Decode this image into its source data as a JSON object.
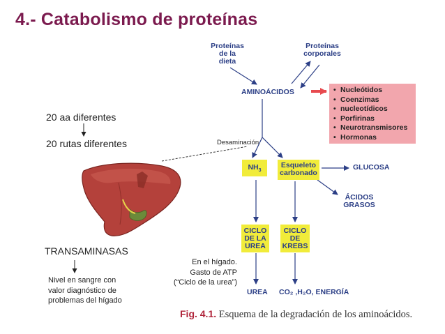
{
  "title": "4.- Catabolismo de proteínas",
  "left_panel": {
    "aa_count": "20 aa diferentes",
    "routes": "20 rutas diferentes",
    "transaminasas": "TRANSAMINASAS",
    "nivel_note": [
      "Nivel en sangre con",
      "valor diagnóstico de",
      "problemas del hígado"
    ]
  },
  "diagram": {
    "proteinas_dieta": [
      "Proteínas",
      "de la",
      "dieta"
    ],
    "proteinas_corporales": [
      "Proteínas",
      "corporales"
    ],
    "aminoacidos": "AMINOÁCIDOS",
    "products": [
      "Nucleótidos",
      "Coenzimas",
      "nucleotídicos",
      "Porfirinas",
      "Neurotransmisores",
      "Hormonas"
    ],
    "desaminacion": "Desaminación",
    "nh3": "NH",
    "nh3_sub": "3",
    "esqueleto": [
      "Esqueleto",
      "carbonado"
    ],
    "glucosa": "GLUCOSA",
    "acidos_grasos": [
      "ÁCIDOS",
      "GRASOS"
    ],
    "ciclo_urea": [
      "CICLO",
      "DE LA",
      "UREA"
    ],
    "ciclo_krebs": [
      "CICLO",
      "DE",
      "KREBS"
    ],
    "urea": "UREA",
    "final_products": "CO₂ ,H₂O, ENERGÍA",
    "liver_note": [
      "En el hígado.",
      "Gasto de ATP",
      "(“Ciclo de la urea”)"
    ]
  },
  "caption": {
    "label": "Fig. 4.1.",
    "text": "Esquema de la degradación de los aminoácidos."
  },
  "colors": {
    "title": "#7b1a4e",
    "diagram_text": "#2c3f86",
    "yellow_box": "#f1ec3a",
    "pink_box": "#f2a6ad",
    "caption_label": "#b0243a",
    "liver": "#b4413b"
  }
}
